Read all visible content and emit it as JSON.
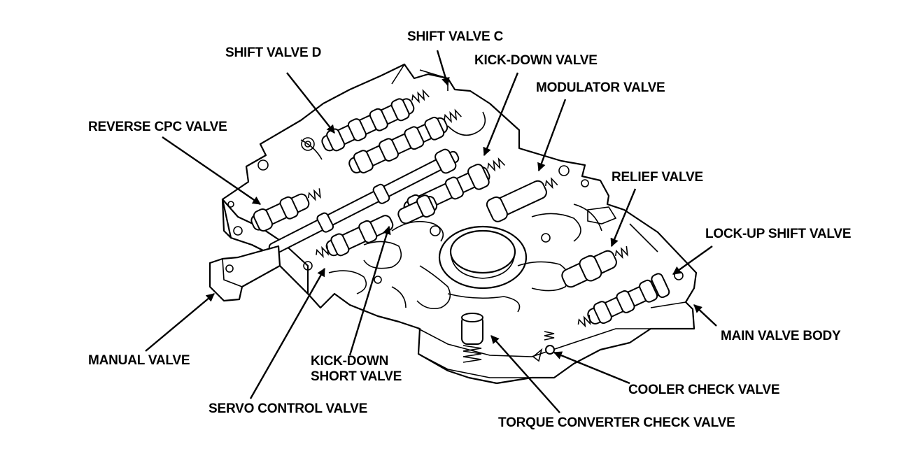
{
  "labels": {
    "shift_valve_c": "SHIFT VALVE C",
    "shift_valve_d": "SHIFT VALVE D",
    "kick_down_valve": "KICK-DOWN VALVE",
    "modulator_valve": "MODULATOR VALVE",
    "reverse_cpc_valve": "REVERSE CPC VALVE",
    "relief_valve": "RELIEF VALVE",
    "lock_up_shift_valve": "LOCK-UP SHIFT VALVE",
    "main_valve_body": "MAIN VALVE BODY",
    "manual_valve": "MANUAL VALVE",
    "kick_down_short_valve_line1": "KICK-DOWN",
    "kick_down_short_valve_line2": "SHORT VALVE",
    "cooler_check_valve": "COOLER CHECK VALVE",
    "servo_control_valve": "SERVO CONTROL VALVE",
    "torque_converter_check_valve": "TORQUE CONVERTER CHECK VALVE"
  },
  "colors": {
    "ink": "#000000",
    "paper": "#ffffff"
  }
}
